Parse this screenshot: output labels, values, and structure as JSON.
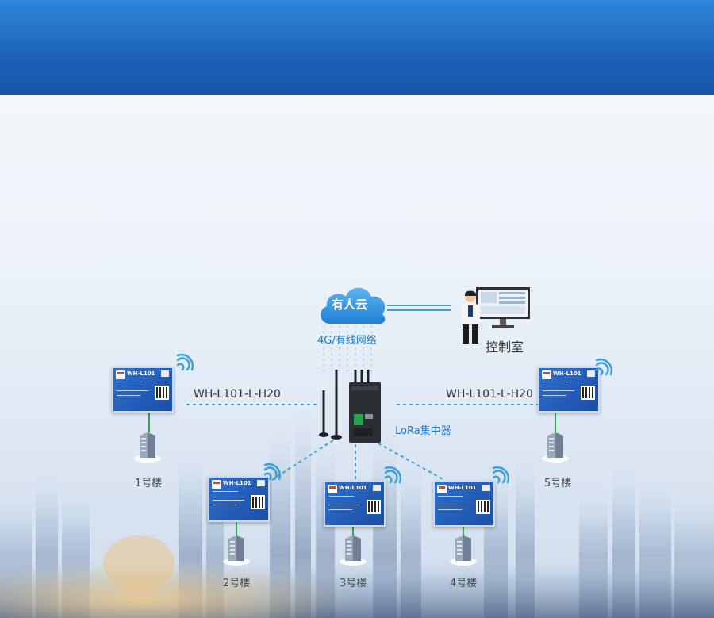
{
  "cloud": {
    "label": "有人云",
    "network_label": "4G/有线网络"
  },
  "control_room": {
    "label": "控制室"
  },
  "concentrator": {
    "label": "LoRa集中器"
  },
  "links": {
    "left_model": "WH-L101-L-H20",
    "right_model": "WH-L101-L-H20"
  },
  "module": {
    "name": "WH-L101"
  },
  "buildings": [
    {
      "label": "1号楼"
    },
    {
      "label": "2号楼"
    },
    {
      "label": "3号楼"
    },
    {
      "label": "4号楼"
    },
    {
      "label": "5号楼"
    }
  ],
  "colors": {
    "banner": "#1c62b8",
    "cloud": "#2f8fe0",
    "link_line": "#3aa0d8",
    "module_blue": "#1a4fa5",
    "label_blue": "#1f7ac7",
    "uplink_green": "#2ea84a"
  }
}
